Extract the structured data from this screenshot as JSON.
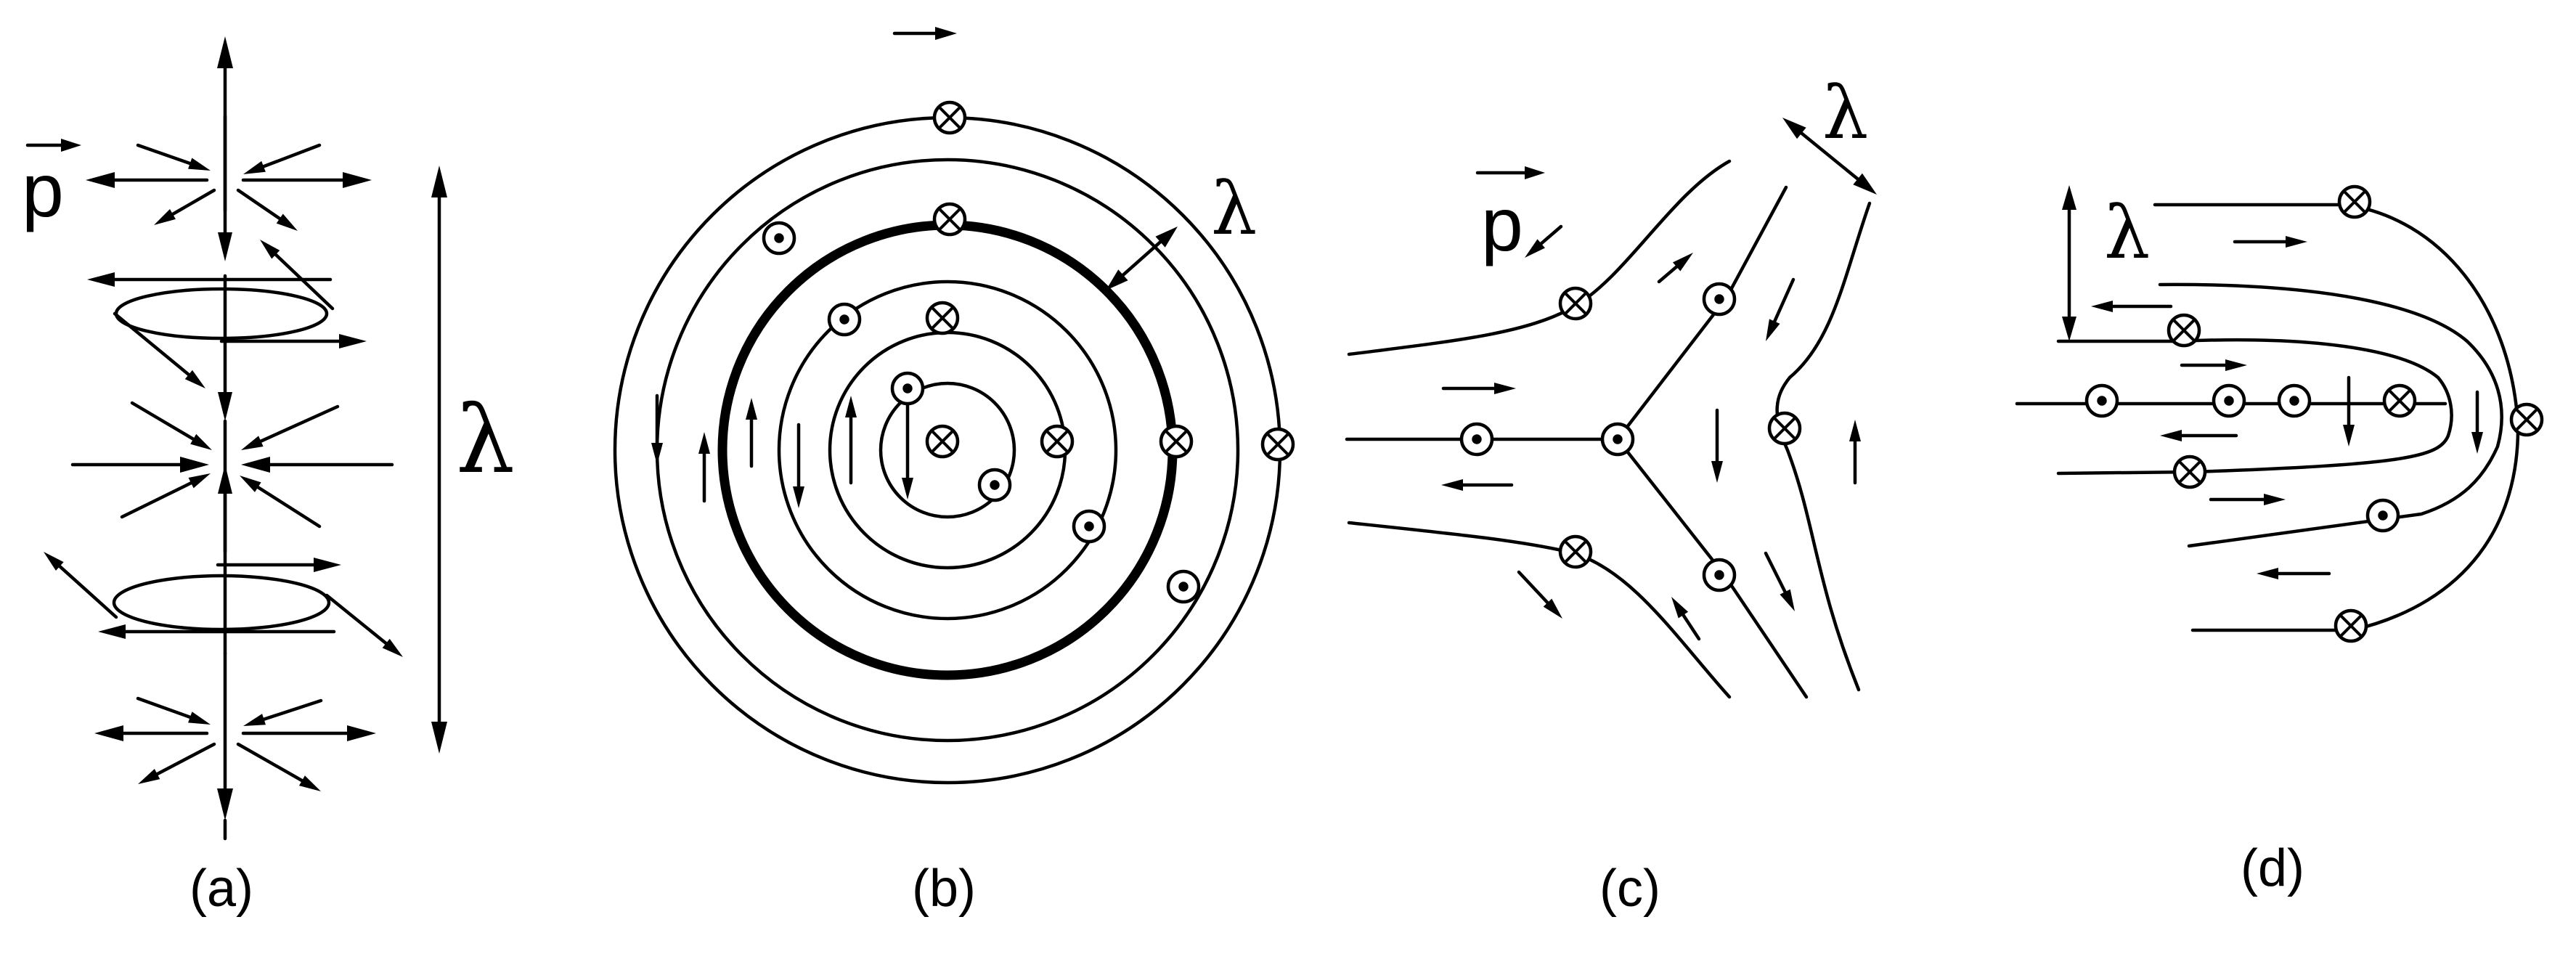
{
  "panels": {
    "a": {
      "caption": "(a)",
      "vector_label": "p",
      "wavelength_label": "λ"
    },
    "b": {
      "caption": "(b)",
      "wavelength_label": "λ"
    },
    "c": {
      "caption": "(c)",
      "vector_label": "p",
      "wavelength_label": "λ"
    },
    "d": {
      "caption": "(d)",
      "wavelength_label": "λ"
    }
  },
  "symbols": {
    "into_page": "circle-cross-icon",
    "out_of_page": "circle-dot-icon"
  },
  "colors": {
    "ink": "#000000",
    "background": "#ffffff"
  }
}
